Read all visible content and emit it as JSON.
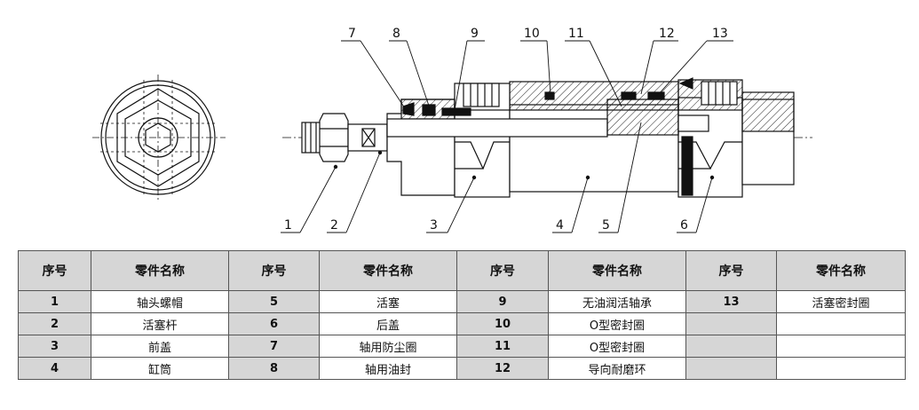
{
  "callouts": [
    "1",
    "2",
    "3",
    "4",
    "5",
    "6",
    "7",
    "8",
    "9",
    "10",
    "11",
    "12",
    "13"
  ],
  "table": {
    "headers": [
      "序号",
      "零件名称",
      "序号",
      "零件名称",
      "序号",
      "零件名称",
      "序号",
      "零件名称"
    ],
    "rows": [
      [
        "1",
        "轴头螺帽",
        "5",
        "活塞",
        "9",
        "无油润活轴承",
        "13",
        "活塞密封圈"
      ],
      [
        "2",
        "活塞杆",
        "6",
        "后盖",
        "10",
        "O型密封圈",
        "",
        ""
      ],
      [
        "3",
        "前盖",
        "7",
        "轴用防尘圈",
        "11",
        "O型密封圈",
        "",
        ""
      ],
      [
        "4",
        "缸筒",
        "8",
        "轴用油封",
        "12",
        "导向耐磨环",
        "",
        ""
      ]
    ]
  }
}
